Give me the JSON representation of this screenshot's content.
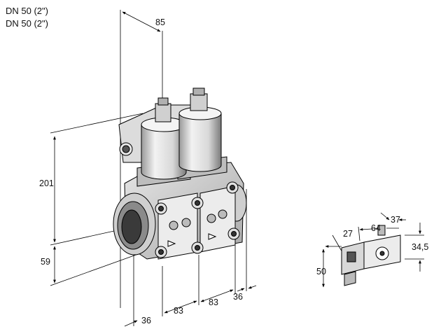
{
  "header": {
    "line1": "DN 50 (2\")",
    "line2": "DN 50 (2\")"
  },
  "dimensions": {
    "top_width": "85",
    "height_total": "201",
    "height_lower": "59",
    "bottom_left": "36",
    "spacing_left": "83",
    "spacing_right": "83",
    "right_offset": "36",
    "coil_27": "27",
    "coil_64": "64",
    "coil_37": "37",
    "coil_34_5": "34,5",
    "coil_50": "50"
  }
}
